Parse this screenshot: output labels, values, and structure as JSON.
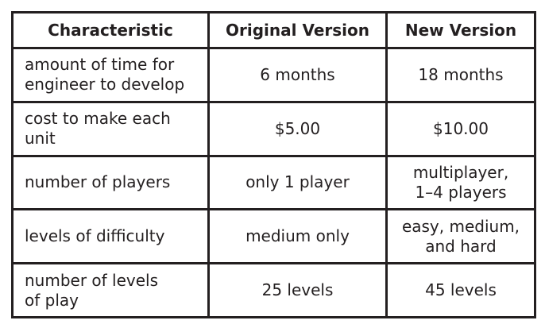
{
  "table": {
    "headers": [
      "Characteristic",
      "Original Version",
      "New Version"
    ],
    "rows": [
      {
        "characteristic": [
          "amount of time for",
          "engineer to develop"
        ],
        "original": [
          "6 months"
        ],
        "new": [
          "18 months"
        ]
      },
      {
        "characteristic": [
          "cost to make each",
          "unit"
        ],
        "original": [
          "$5.00"
        ],
        "new": [
          "$10.00"
        ]
      },
      {
        "characteristic": [
          "number of players"
        ],
        "original": [
          "only 1 player"
        ],
        "new": [
          "multiplayer,",
          "1–4 players"
        ]
      },
      {
        "characteristic": [
          "levels of difficulty"
        ],
        "original": [
          "medium only"
        ],
        "new": [
          "easy, medium,",
          "and hard"
        ]
      },
      {
        "characteristic": [
          "number of levels",
          "of play"
        ],
        "original": [
          "25 levels"
        ],
        "new": [
          "45 levels"
        ]
      }
    ]
  }
}
